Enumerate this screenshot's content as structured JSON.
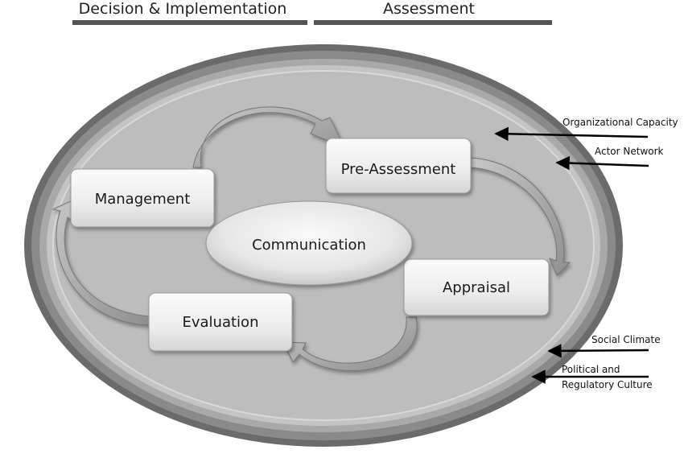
{
  "headers": {
    "left": "Decision & Implementation",
    "right": "Assessment"
  },
  "stages": {
    "management": "Management",
    "pre_assessment": "Pre-Assessment",
    "appraisal": "Appraisal",
    "evaluation": "Evaluation",
    "communication": "Communication"
  },
  "context_layers": {
    "organizational_capacity": "Organizational Capacity",
    "actor_network": "Actor Network",
    "social_climate": "Social Climate",
    "political_line1": "Political and",
    "political_line2": "Regulatory Culture"
  },
  "colors": {
    "outer_ring": "#6e6e6e",
    "inner_fill": "#bdbdbd",
    "box_fill": "#f2f2f2",
    "arrow_fill": "#a8a8a8"
  }
}
